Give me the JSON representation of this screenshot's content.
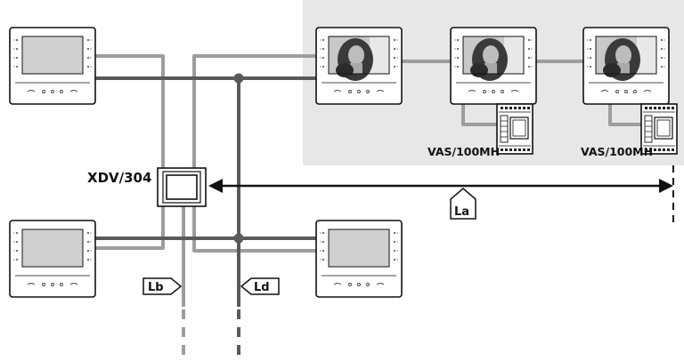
{
  "labels": {
    "distributor": "XDV/304",
    "power_supply_1": "VAS/100MH",
    "power_supply_2": "VAS/100MH",
    "line_a": "La",
    "line_b": "Lb",
    "line_d": "Ld"
  },
  "colors": {
    "shaded_area": "#e6e7e8",
    "bus_light": "#9d9d9d",
    "bus_dark": "#5a5a5a",
    "outline": "#111111"
  },
  "monitors": [
    {
      "id": "monitor-top-left",
      "screen": "blank"
    },
    {
      "id": "monitor-bottom-left",
      "screen": "blank"
    },
    {
      "id": "monitor-bottom-center",
      "screen": "blank"
    },
    {
      "id": "monitor-shaded-1",
      "screen": "portrait"
    },
    {
      "id": "monitor-shaded-2",
      "screen": "portrait"
    },
    {
      "id": "monitor-shaded-3",
      "screen": "portrait"
    }
  ]
}
